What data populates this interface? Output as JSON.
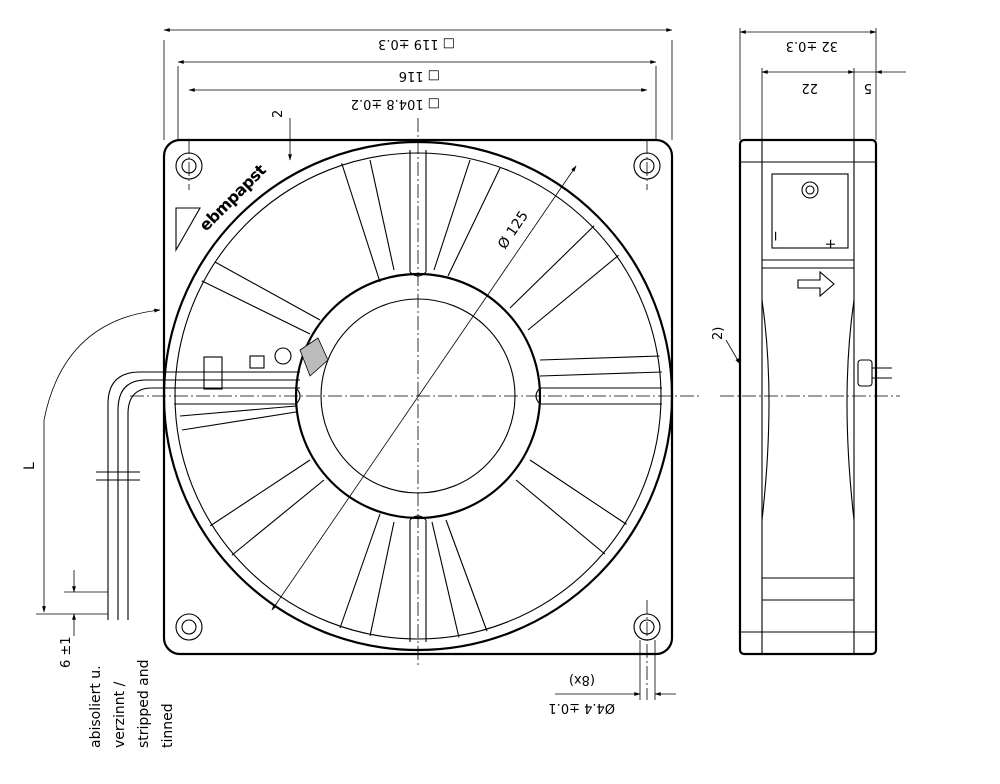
{
  "front_view": {
    "dim_width_overall": "□ 119 ±0.3",
    "dim_width_frame": "□ 116",
    "dim_width_holes": "□ 104.8 ±0.2",
    "dim_flange": "2",
    "dim_diameter": "Ø 125",
    "brand_logo": "ebmpapst",
    "dim_cable_length": "L",
    "dim_strip": "6 ±1",
    "dim_holes_count": "(8x)",
    "dim_hole_diameter": "Ø4.4 ±0.1",
    "note_strip_lines": [
      "abisoliert u.",
      "verzinnt /",
      "stripped and",
      "tinned"
    ]
  },
  "side_view": {
    "dim_depth_overall": "32 ±0.3",
    "dim_depth_body": "22",
    "dim_depth_offset": "5",
    "polarity_minus": "−",
    "polarity_plus": "+",
    "note_ref": "2)"
  }
}
